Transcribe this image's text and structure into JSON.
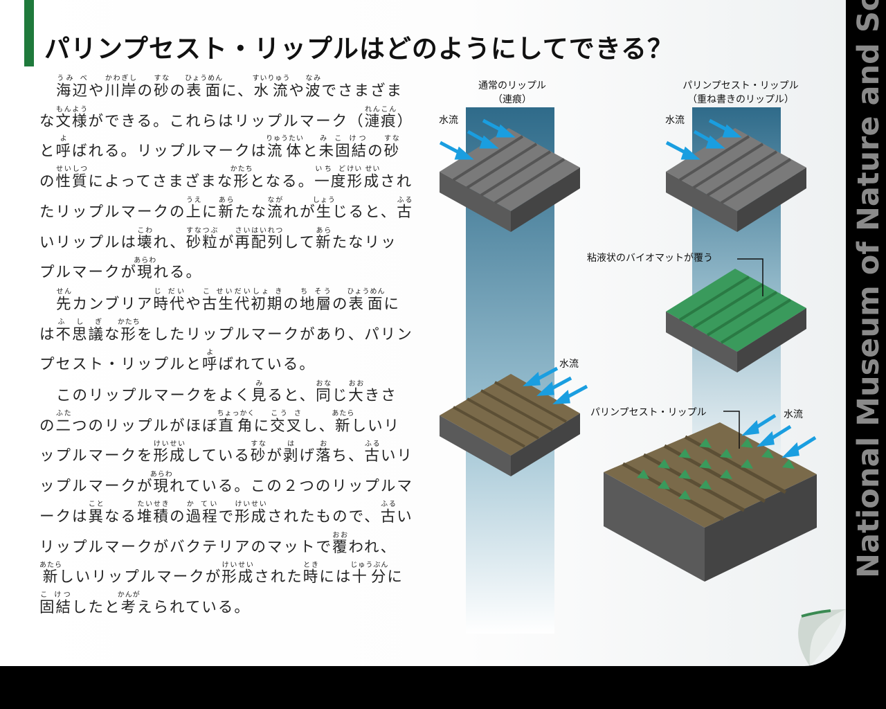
{
  "title": "パリンプセスト・リップルはどのようにしてできる？",
  "side_text": "National Museum of Nature and Science",
  "body": {
    "p1": "海辺や川岸の砂の表面に、水流や波でさまざまな文様ができる。これらはリップルマーク（漣痕）と呼ばれる。リップルマークは流体と未固結の砂の性質によってさまざまな形となる。一度形成されたリップルマークの上に新たな流れが生じると、古いリップルは壊れ、砂粒が再配列して新たなリップルマークが現れる。",
    "p2": "先カンブリア時代や古生代初期の地層の表面には不思議な形をしたリップルマークがあり、パリンプセスト・リップルと呼ばれている。",
    "p3": "このリップルマークをよく見ると、同じ大きさの二つのリップルがほぼ直角に交叉し、新しいリップルマークを形成している砂が剥げ落ち、古いリップルマークが現れている。この２つのリップルマークは異なる堆積の過程で形成されたもので、古いリップルマークがバクテリアのマットで覆われ、新しいリップルマークが形成された時には十分に固結したと考えられている。"
  },
  "diagram": {
    "normal_label_line1": "通常のリップル",
    "normal_label_line2": "（連痕）",
    "palimpsest_label_line1": "パリンプセスト・リップル",
    "palimpsest_label_line2": "（重ね書きのリップル）",
    "water_flow": "水流",
    "biomat_label": "粘液状のバイオマットが覆う",
    "palimpsest_result": "パリンプセスト・リップル"
  }
}
